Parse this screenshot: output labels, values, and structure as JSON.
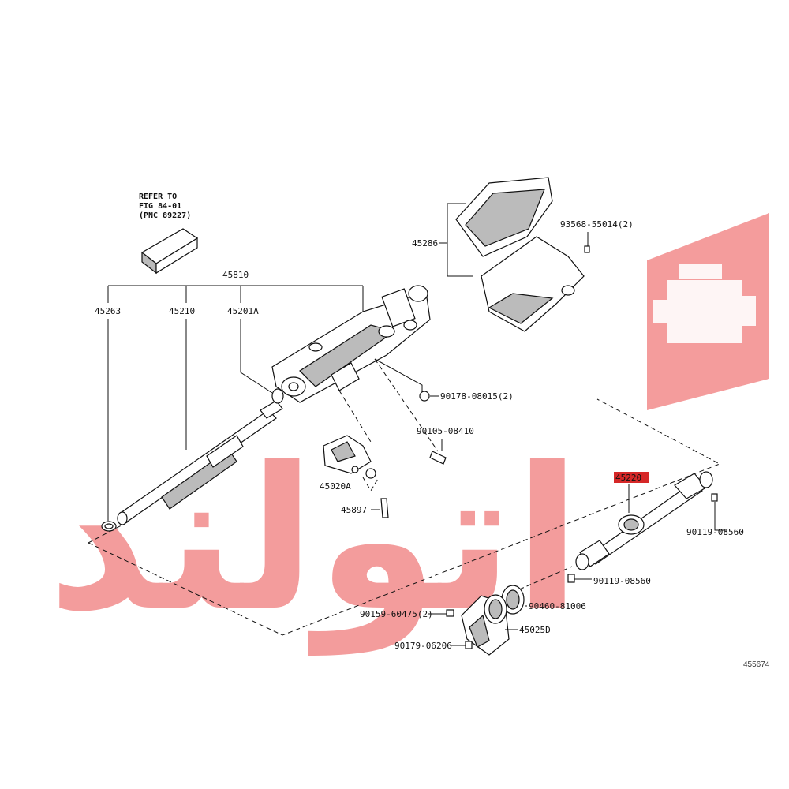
{
  "refer_note": [
    "REFER TO",
    "FIG 84-01",
    "(PNC 89227)"
  ],
  "labels": {
    "p45810": "45810",
    "p45263": "45263",
    "p45210": "45210",
    "p45201A": "45201A",
    "p45286": "45286",
    "p93568": "93568-55014(2)",
    "p90178": "90178-08015(2)",
    "p90105": "90105-08410",
    "p45020A": "45020A",
    "p45897": "45897",
    "p45220": "45220",
    "p90119a": "90119-08560",
    "p90119b": "90119-08560",
    "p90460": "90460-81006",
    "p90159": "90159-60475(2)",
    "p45025D": "45025D",
    "p90179": "90179-06206"
  },
  "figure_id": "455674",
  "watermark": {
    "text": "اتولند",
    "color": "#f28b8b"
  },
  "highlight_color": "#d62828"
}
